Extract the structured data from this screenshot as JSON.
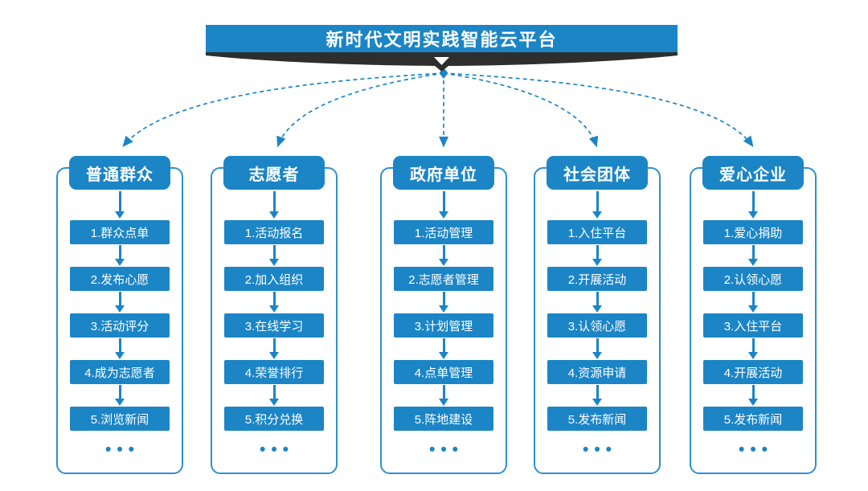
{
  "banner": {
    "title": "新时代文明实践智能云平台"
  },
  "colors": {
    "primary": "#1b85c6",
    "ribbon": "#2e2e2e",
    "frame_border": "#2f8fcd",
    "background": "#ffffff",
    "text_on_blue": "#ffffff"
  },
  "columns": [
    {
      "title": "普通群众",
      "steps": [
        "1.群众点单",
        "2.发布心愿",
        "3.活动评分",
        "4.成为志愿者",
        "5.浏览新闻"
      ],
      "more": "•••"
    },
    {
      "title": "志愿者",
      "steps": [
        "1.活动报名",
        "2.加入组织",
        "3.在线学习",
        "4.荣誉排行",
        "5.积分兑换"
      ],
      "more": "•••"
    },
    {
      "title": "政府单位",
      "steps": [
        "1.活动管理",
        "2.志愿者管理",
        "3.计划管理",
        "4.点单管理",
        "5.阵地建设"
      ],
      "more": "•••"
    },
    {
      "title": "社会团体",
      "steps": [
        "1.入住平台",
        "2.开展活动",
        "3.认领心愿",
        "4.资源申请",
        "5.发布新闻"
      ],
      "more": "•••"
    },
    {
      "title": "爱心企业",
      "steps": [
        "1.爱心捐助",
        "2.认领心愿",
        "3.入住平台",
        "4.开展活动",
        "5.发布新闻"
      ],
      "more": "•••"
    }
  ]
}
